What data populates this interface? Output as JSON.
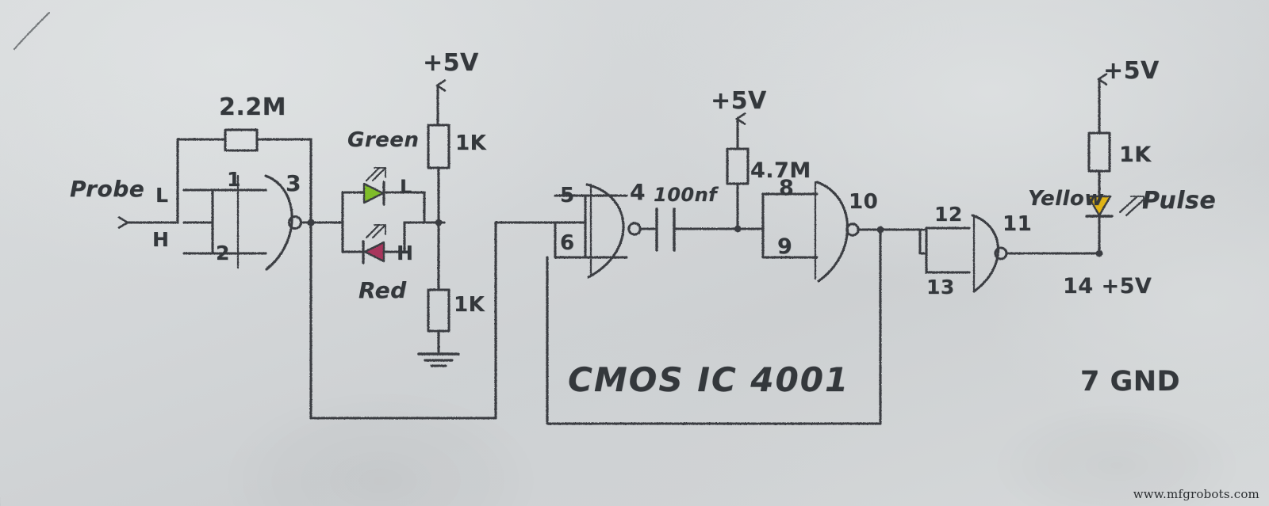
{
  "title": "Hand-drawn CMOS 4001 logic probe schematic",
  "watermark": "www.mfgrobots.com",
  "ic": {
    "label": "CMOS IC 4001",
    "gnd_label": "7 GND",
    "vcc_label": "14 +5V"
  },
  "labels": {
    "probe": "Probe",
    "probe_level_high": "L",
    "probe_level_low": "H",
    "led_green": "Green",
    "led_red": "Red",
    "led_green_state": "L",
    "led_red_state": "H",
    "led_yellow": "Yellow",
    "pulse": "Pulse"
  },
  "components": [
    {
      "name": "resistor-2m2",
      "value": "2.2M",
      "type": "resistor"
    },
    {
      "name": "resistor-1k-top-left",
      "value": "1K",
      "type": "resistor"
    },
    {
      "name": "resistor-1k-bottom-left",
      "value": "1K",
      "type": "resistor"
    },
    {
      "name": "resistor-4m7",
      "value": "4.7M",
      "type": "resistor"
    },
    {
      "name": "resistor-1k-right",
      "value": "1K",
      "type": "resistor"
    },
    {
      "name": "capacitor-100nf",
      "value": "100nf",
      "type": "capacitor"
    }
  ],
  "supply_rails": [
    {
      "name": "vcc-left",
      "value": "+5V"
    },
    {
      "name": "vcc-middle",
      "value": "+5V"
    },
    {
      "name": "vcc-right",
      "value": "+5V"
    }
  ],
  "gates": [
    {
      "name": "gate-1",
      "inputs": [
        "1",
        "2"
      ],
      "output": "3"
    },
    {
      "name": "gate-2",
      "inputs": [
        "5",
        "6"
      ],
      "output": "4"
    },
    {
      "name": "gate-3",
      "inputs": [
        "8",
        "9"
      ],
      "output": "10"
    },
    {
      "name": "gate-4",
      "inputs": [
        "12",
        "13"
      ],
      "output": "11"
    }
  ],
  "pin_numbers": {
    "g1_in_a": "1",
    "g1_in_b": "2",
    "g1_out": "3",
    "g2_in_a": "5",
    "g2_in_b": "6",
    "g2_out": "4",
    "g3_in_a": "8",
    "g3_in_b": "9",
    "g3_out": "10",
    "g4_in_a": "12",
    "g4_in_b": "13",
    "g4_out": "11"
  },
  "colors": {
    "paper": "#d5d8da",
    "pencil": "#3a3e42",
    "led_green": "#7fbd2c",
    "led_red": "#a8365c",
    "led_yellow": "#e0b419"
  }
}
